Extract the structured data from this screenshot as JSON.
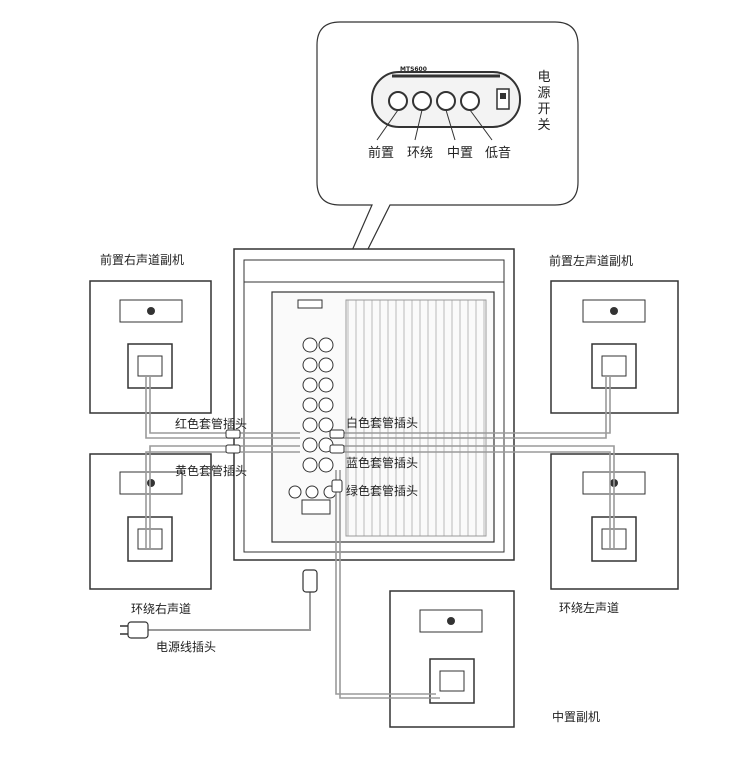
{
  "panel": {
    "model": "MTS600",
    "power_switch": "电源开关",
    "knobs": [
      "前置",
      "环绕",
      "中置",
      "低音"
    ]
  },
  "speakers": {
    "front_right": "前置右声道副机",
    "front_left": "前置左声道副机",
    "surround_right": "环绕右声道",
    "surround_left": "环绕左声道",
    "center": "中置副机"
  },
  "plugs": {
    "red": "红色套管插头",
    "white": "白色套管插头",
    "yellow": "黄色套管插头",
    "blue": "蓝色套管插头",
    "green": "绿色套管插头",
    "power": "电源线插头"
  },
  "colors": {
    "line": "#333333",
    "wire": "#9a9a9a",
    "panel_fill": "#f3f3f3"
  }
}
